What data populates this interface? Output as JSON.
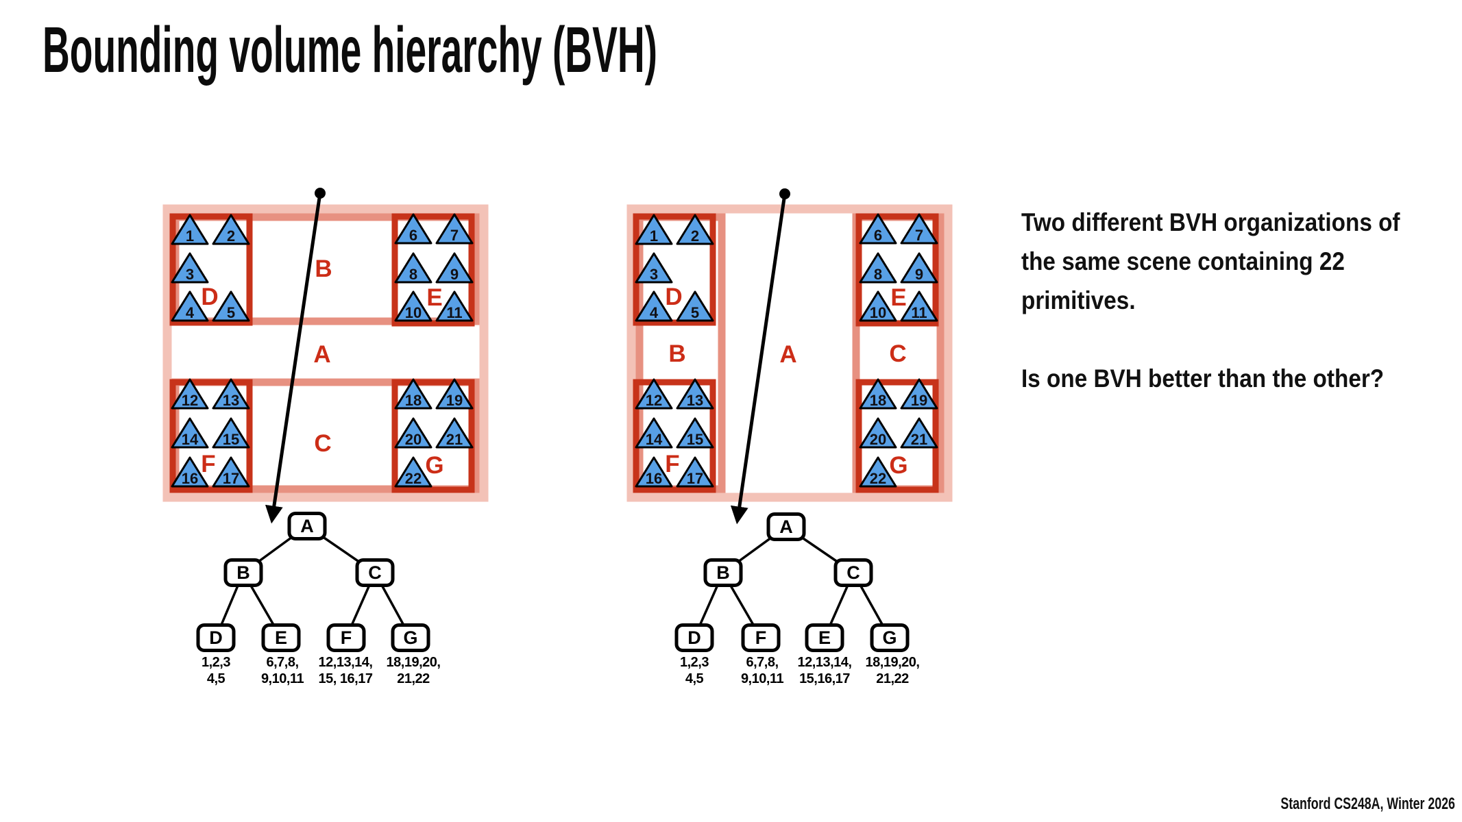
{
  "slide": {
    "title": "Bounding volume hierarchy (BVH)",
    "description_lines": [
      "Two different BVH organizations of",
      "the same scene containing 22",
      "primitives."
    ],
    "question": "Is one BVH better than the other?",
    "footer": "Stanford CS248A, Winter 2026"
  },
  "colors": {
    "box_outer": "#f3c2b7",
    "box_mid": "#e79181",
    "box_inner": "#c7331a",
    "label_red": "#cc2d17",
    "triangle_fill": "#58a0e6",
    "triangle_stroke": "#000000"
  },
  "scene_left": {
    "box_labels": {
      "A": "A",
      "B": "B",
      "C": "C",
      "D": "D",
      "E": "E",
      "F": "F",
      "G": "G"
    },
    "primitives": {
      "D": [
        "1",
        "2",
        "3",
        "4",
        "5"
      ],
      "E": [
        "6",
        "7",
        "8",
        "9",
        "10",
        "11"
      ],
      "F": [
        "12",
        "13",
        "14",
        "15",
        "16",
        "17"
      ],
      "G": [
        "18",
        "19",
        "20",
        "21",
        "22"
      ]
    }
  },
  "scene_right": {
    "box_labels": {
      "A": "A",
      "B": "B",
      "C": "C",
      "D": "D",
      "E": "E",
      "F": "F",
      "G": "G"
    },
    "primitives": {
      "D": [
        "1",
        "2",
        "3",
        "4",
        "5"
      ],
      "E": [
        "6",
        "7",
        "8",
        "9",
        "10",
        "11"
      ],
      "F": [
        "12",
        "13",
        "14",
        "15",
        "16",
        "17"
      ],
      "G": [
        "18",
        "19",
        "20",
        "21",
        "22"
      ]
    }
  },
  "tree_left": {
    "nodes": {
      "root": "A",
      "left": "B",
      "right": "C",
      "leaf1": "D",
      "leaf2": "E",
      "leaf3": "F",
      "leaf4": "G"
    },
    "leaf_primitives": {
      "leaf1": [
        "1,2,3",
        "4,5"
      ],
      "leaf2": [
        "6,7,8,",
        "9,10,11"
      ],
      "leaf3": [
        "12,13,14,",
        "15, 16,17"
      ],
      "leaf4": [
        "18,19,20,",
        "21,22"
      ]
    }
  },
  "tree_right": {
    "nodes": {
      "root": "A",
      "left": "B",
      "right": "C",
      "leaf1": "D",
      "leaf2": "F",
      "leaf3": "E",
      "leaf4": "G"
    },
    "leaf_primitives": {
      "leaf1": [
        "1,2,3",
        "4,5"
      ],
      "leaf2": [
        "6,7,8,",
        "9,10,11"
      ],
      "leaf3": [
        "12,13,14,",
        "15,16,17"
      ],
      "leaf4": [
        "18,19,20,",
        "21,22"
      ]
    }
  }
}
